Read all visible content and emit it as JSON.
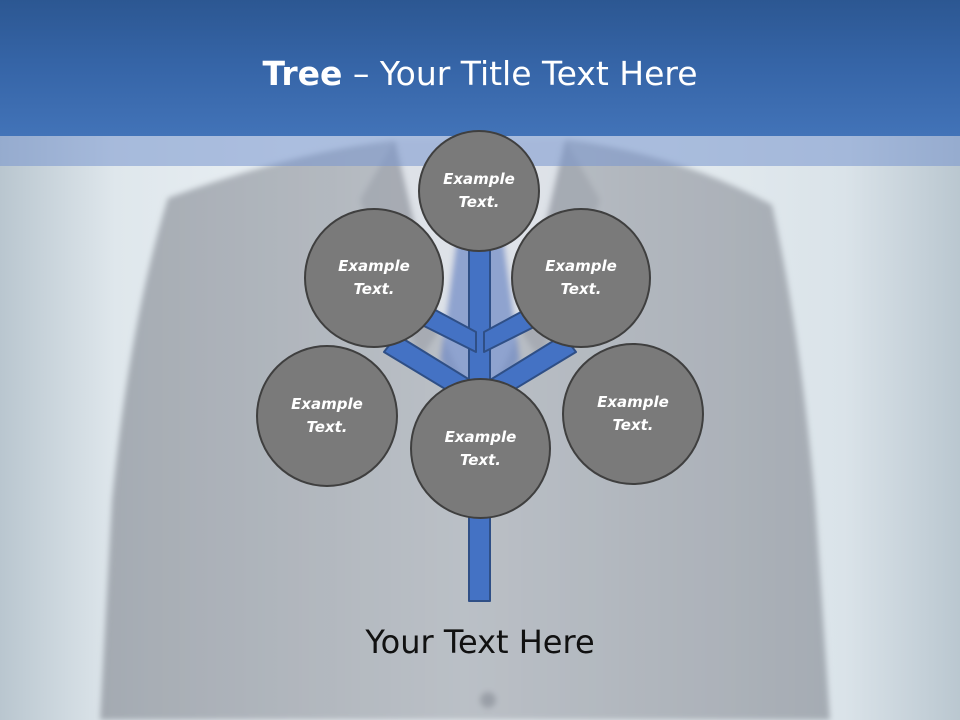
{
  "slide": {
    "title_bold": "Tree",
    "title_rest": " – Your Title Text Here",
    "footer_text": "Your Text Here"
  },
  "tree": {
    "nodes": [
      {
        "id": "top",
        "label": "Example Text."
      },
      {
        "id": "upper-left",
        "label": "Example Text."
      },
      {
        "id": "upper-right",
        "label": "Example Text."
      },
      {
        "id": "lower-left",
        "label": "Example Text."
      },
      {
        "id": "center",
        "label": "Example Text."
      },
      {
        "id": "lower-right",
        "label": "Example Text."
      }
    ]
  },
  "colors": {
    "header": "#3564a6",
    "branch": "#4472c4",
    "node_fill": "#7a7a7a",
    "node_border": "#3f3f3f"
  }
}
